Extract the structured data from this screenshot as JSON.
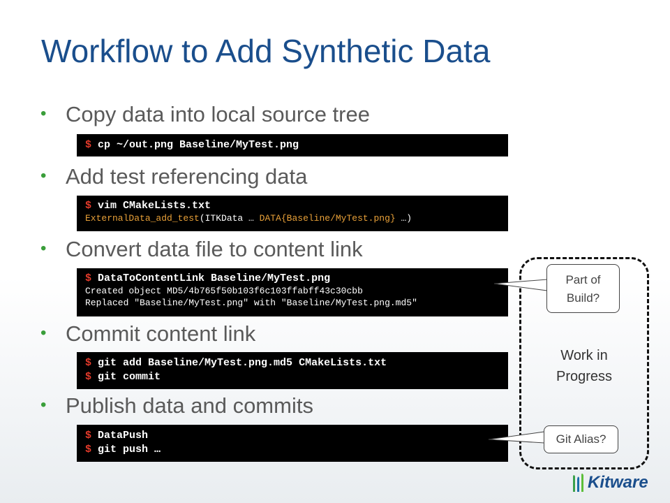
{
  "slide": {
    "title": "Workflow to Add Synthetic Data",
    "bullet_symbol": "•",
    "steps": [
      {
        "text": "Copy data into local source tree",
        "code": [
          [
            {
              "t": "$ ",
              "c": "dollar"
            },
            {
              "t": "cp ~/out.png Baseline/MyTest.png",
              "c": "plain"
            }
          ]
        ]
      },
      {
        "text": "Add test referencing data",
        "code": [
          [
            {
              "t": "$ ",
              "c": "dollar"
            },
            {
              "t": "vim CMakeLists.txt",
              "c": "plain"
            }
          ],
          [
            {
              "t": "ExternalData_add_test",
              "c": "orange"
            },
            {
              "t": "(ITKData … ",
              "c": "plain"
            },
            {
              "t": "DATA{Baseline/MyTest.png}",
              "c": "orange"
            },
            {
              "t": " …)",
              "c": "plain"
            }
          ]
        ]
      },
      {
        "text": "Convert data file to content link",
        "code": [
          [
            {
              "t": "$ ",
              "c": "dollar"
            },
            {
              "t": "DataToContentLink Baseline/MyTest.png",
              "c": "plain"
            }
          ],
          [
            {
              "t": "Created object MD5/4b765f50b103f6c103ffabff43c30cbb",
              "c": "plain"
            }
          ],
          [
            {
              "t": "Replaced \"Baseline/MyTest.png\" with \"Baseline/MyTest.png.md5\"",
              "c": "plain"
            }
          ]
        ]
      },
      {
        "text": "Commit content link",
        "code": [
          [
            {
              "t": "$ ",
              "c": "dollar"
            },
            {
              "t": "git add Baseline/MyTest.png.md5 CMakeLists.txt",
              "c": "plain"
            }
          ],
          [
            {
              "t": "$ ",
              "c": "dollar"
            },
            {
              "t": "git commit",
              "c": "plain"
            }
          ]
        ]
      },
      {
        "text": "Publish data and commits",
        "code": [
          [
            {
              "t": "$ ",
              "c": "dollar"
            },
            {
              "t": "DataPush",
              "c": "plain"
            }
          ],
          [
            {
              "t": "$ ",
              "c": "dollar"
            },
            {
              "t": "git push …",
              "c": "plain"
            }
          ]
        ]
      }
    ],
    "callouts": {
      "part_of_build": [
        "Part of",
        "Build?"
      ],
      "git_alias": "Git Alias?"
    },
    "work_in_progress": [
      "Work in",
      "Progress"
    ],
    "logo_text": "Kitware",
    "colors": {
      "title": "#1a4e8c",
      "bullet": "#3a9e3a",
      "prompt": "#e23a2a",
      "highlight": "#e8a038",
      "logo": "#1a4e8c"
    }
  }
}
